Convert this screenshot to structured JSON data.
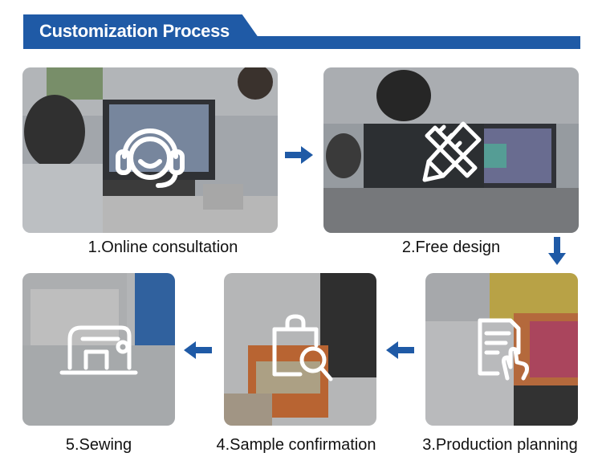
{
  "header": {
    "title": "Customization Process"
  },
  "colors": {
    "accent": "#1f5aa6",
    "icon": "#ffffff"
  },
  "steps": [
    {
      "label": "1.Online consultation",
      "icon": "headset-icon"
    },
    {
      "label": "2.Free design",
      "icon": "pencil-ruler-icon"
    },
    {
      "label": "3.Production planning",
      "icon": "document-touch-icon"
    },
    {
      "label": "4.Sample confirmation",
      "icon": "bag-magnifier-icon"
    },
    {
      "label": "5.Sewing",
      "icon": "sewing-machine-icon"
    }
  ]
}
